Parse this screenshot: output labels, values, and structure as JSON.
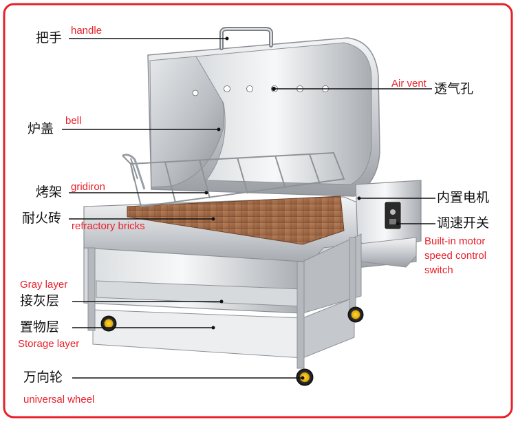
{
  "labels": {
    "handle": {
      "zh": "把手",
      "en": "handle"
    },
    "air_vent": {
      "zh": "透气孔",
      "en": "Air vent"
    },
    "bell": {
      "zh": "炉盖",
      "en": "bell"
    },
    "gridiron": {
      "zh": "烤架",
      "en": "gridiron"
    },
    "refractory_bricks": {
      "zh": "耐火砖",
      "en": "refractory bricks"
    },
    "motor": {
      "zh": "内置电机",
      "en": "Built-in motor"
    },
    "speed_switch": {
      "zh": "调速开关",
      "en_lines": [
        "speed control",
        "switch"
      ]
    },
    "gray_layer": {
      "zh": "接灰层",
      "en": "Gray layer"
    },
    "storage_layer": {
      "zh": "置物层",
      "en": "Storage layer"
    },
    "universal_wheel": {
      "zh": "万向轮",
      "en": "universal wheel"
    }
  },
  "colors": {
    "frame": "#e8202a",
    "label_red": "#e8202a",
    "label_black": "#111111",
    "steel": "#c9ccd0",
    "brick": "#a06a48"
  }
}
